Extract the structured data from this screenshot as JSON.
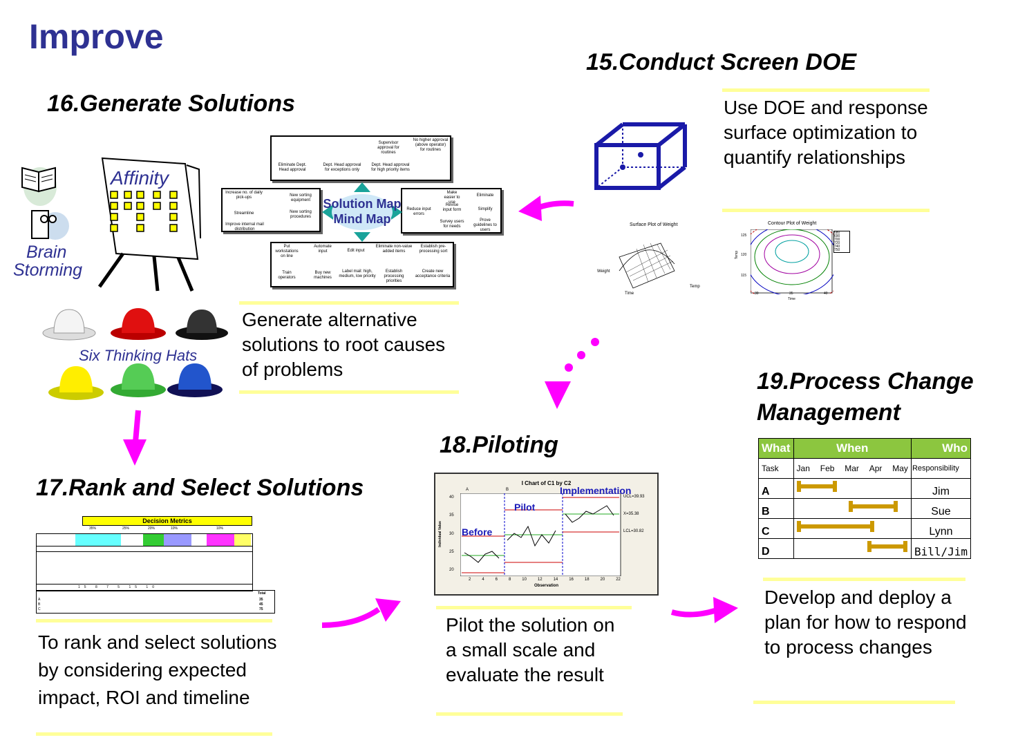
{
  "page_title": "Improve",
  "steps": {
    "s15": {
      "title": "15.Conduct Screen DOE",
      "desc": "Use DOE and response surface optimization to quantify relationships"
    },
    "s16": {
      "title": "16.Generate Solutions",
      "desc": "Generate alternative solutions to root causes of problems"
    },
    "s17": {
      "title": "17.Rank and Select Solutions",
      "desc": "To rank and select solutions by considering expected impact, ROI and timeline"
    },
    "s18": {
      "title": "18.Piloting",
      "desc": "Pilot the solution on a small scale and evaluate the result"
    },
    "s19": {
      "title_line1": "19.Process Change",
      "title_line2": "Management",
      "desc": "Develop and deploy a plan for how to respond to process changes"
    }
  },
  "brainstorm": {
    "affinity": "Affinity",
    "brain": "Brain",
    "storming": "Storming",
    "hats": "Six Thinking Hats"
  },
  "mindmap": {
    "center_line1": "Solution Map",
    "center_line2": "Mind Map",
    "top_nodes": [
      "Eliminate Dept. Head approval",
      "Dept. Head approval for exceptions only",
      "Dept. Head approval for high priority items",
      "Supervisor approval for routines",
      "No higher approval (above operator) for routines"
    ],
    "left_nodes": [
      "Increase no. of daily pick-ups",
      "New sorting equipment",
      "Streamline",
      "New sorting procedures",
      "Improve internal mail distribution"
    ],
    "right_nodes": [
      "Reduce input errors",
      "Make easier to use",
      "Revise input form",
      "Survey users for needs",
      "Eliminate",
      "Simplify",
      "Prove guidelines to users"
    ],
    "bottom_nodes": [
      "Put workstations on line",
      "Automate input",
      "Edit input",
      "Eliminate non-value added items",
      "Establish pre-processing sort",
      "Train operators",
      "Buy new machines",
      "Label mail: high, medium, low priority",
      "Establish processing priorities",
      "Create new acceptance criteria"
    ]
  },
  "doe_plots": {
    "surface_title": "Surface Plot of Weight",
    "surface_axes": [
      "Weight",
      "Time",
      "Temp"
    ],
    "contour_title": "Contour Plot of Weight",
    "contour_ylabel": "Temp",
    "contour_xlabel": "Time",
    "contour_yticks": [
      "125",
      "120",
      "115"
    ],
    "contour_xticks": [
      "30",
      "35",
      "40"
    ],
    "contour_legend": [
      "680",
      "690",
      "700",
      "720",
      "740",
      "750"
    ]
  },
  "decision_metrics": {
    "header": "Decision Metrics",
    "percents": [
      "35%",
      "25%",
      "20%",
      "10%",
      "10%"
    ],
    "total_label": "Total",
    "rows": [
      {
        "name": "A",
        "total": "35"
      },
      {
        "name": "B",
        "total": "45"
      },
      {
        "name": "C",
        "total": "75"
      }
    ],
    "scores": [
      "15",
      "8",
      "7",
      "5",
      "15",
      "10"
    ]
  },
  "ichart": {
    "title": "I Chart of C1 by C2",
    "phase_labels": [
      "A",
      "B"
    ],
    "annotations": [
      "Before",
      "Pilot",
      "Implementation"
    ],
    "limits": [
      "UCL=39.93",
      "X=35.38",
      "LCL=30.82"
    ],
    "ylabel": "Individual Value",
    "xlabel": "Observation",
    "yticks": [
      "40",
      "35",
      "30",
      "25",
      "20"
    ],
    "xticks": [
      "2",
      "4",
      "6",
      "8",
      "10",
      "12",
      "14",
      "16",
      "18",
      "20",
      "22"
    ]
  },
  "plan": {
    "header": {
      "what": "What",
      "when": "When",
      "who": "Who"
    },
    "subheader": {
      "task": "Task",
      "months": [
        "Jan",
        "Feb",
        "Mar",
        "Apr",
        "May"
      ],
      "resp": "Responsibility"
    },
    "rows": [
      {
        "task": "A",
        "who": "Jim",
        "start": 0.05,
        "end": 0.45
      },
      {
        "task": "B",
        "who": "Sue",
        "start": 0.6,
        "end": 1.1
      },
      {
        "task": "C",
        "who": "Lynn",
        "start": 0.05,
        "end": 0.85
      },
      {
        "task": "D",
        "who": "Bill/Jim",
        "start": 0.8,
        "end": 1.2
      }
    ]
  },
  "colors": {
    "title": "#2e3192",
    "arrow": "#ff00ff",
    "underline": "#ffff99",
    "gantt": "#cc9900",
    "header": "#8cc63f"
  }
}
